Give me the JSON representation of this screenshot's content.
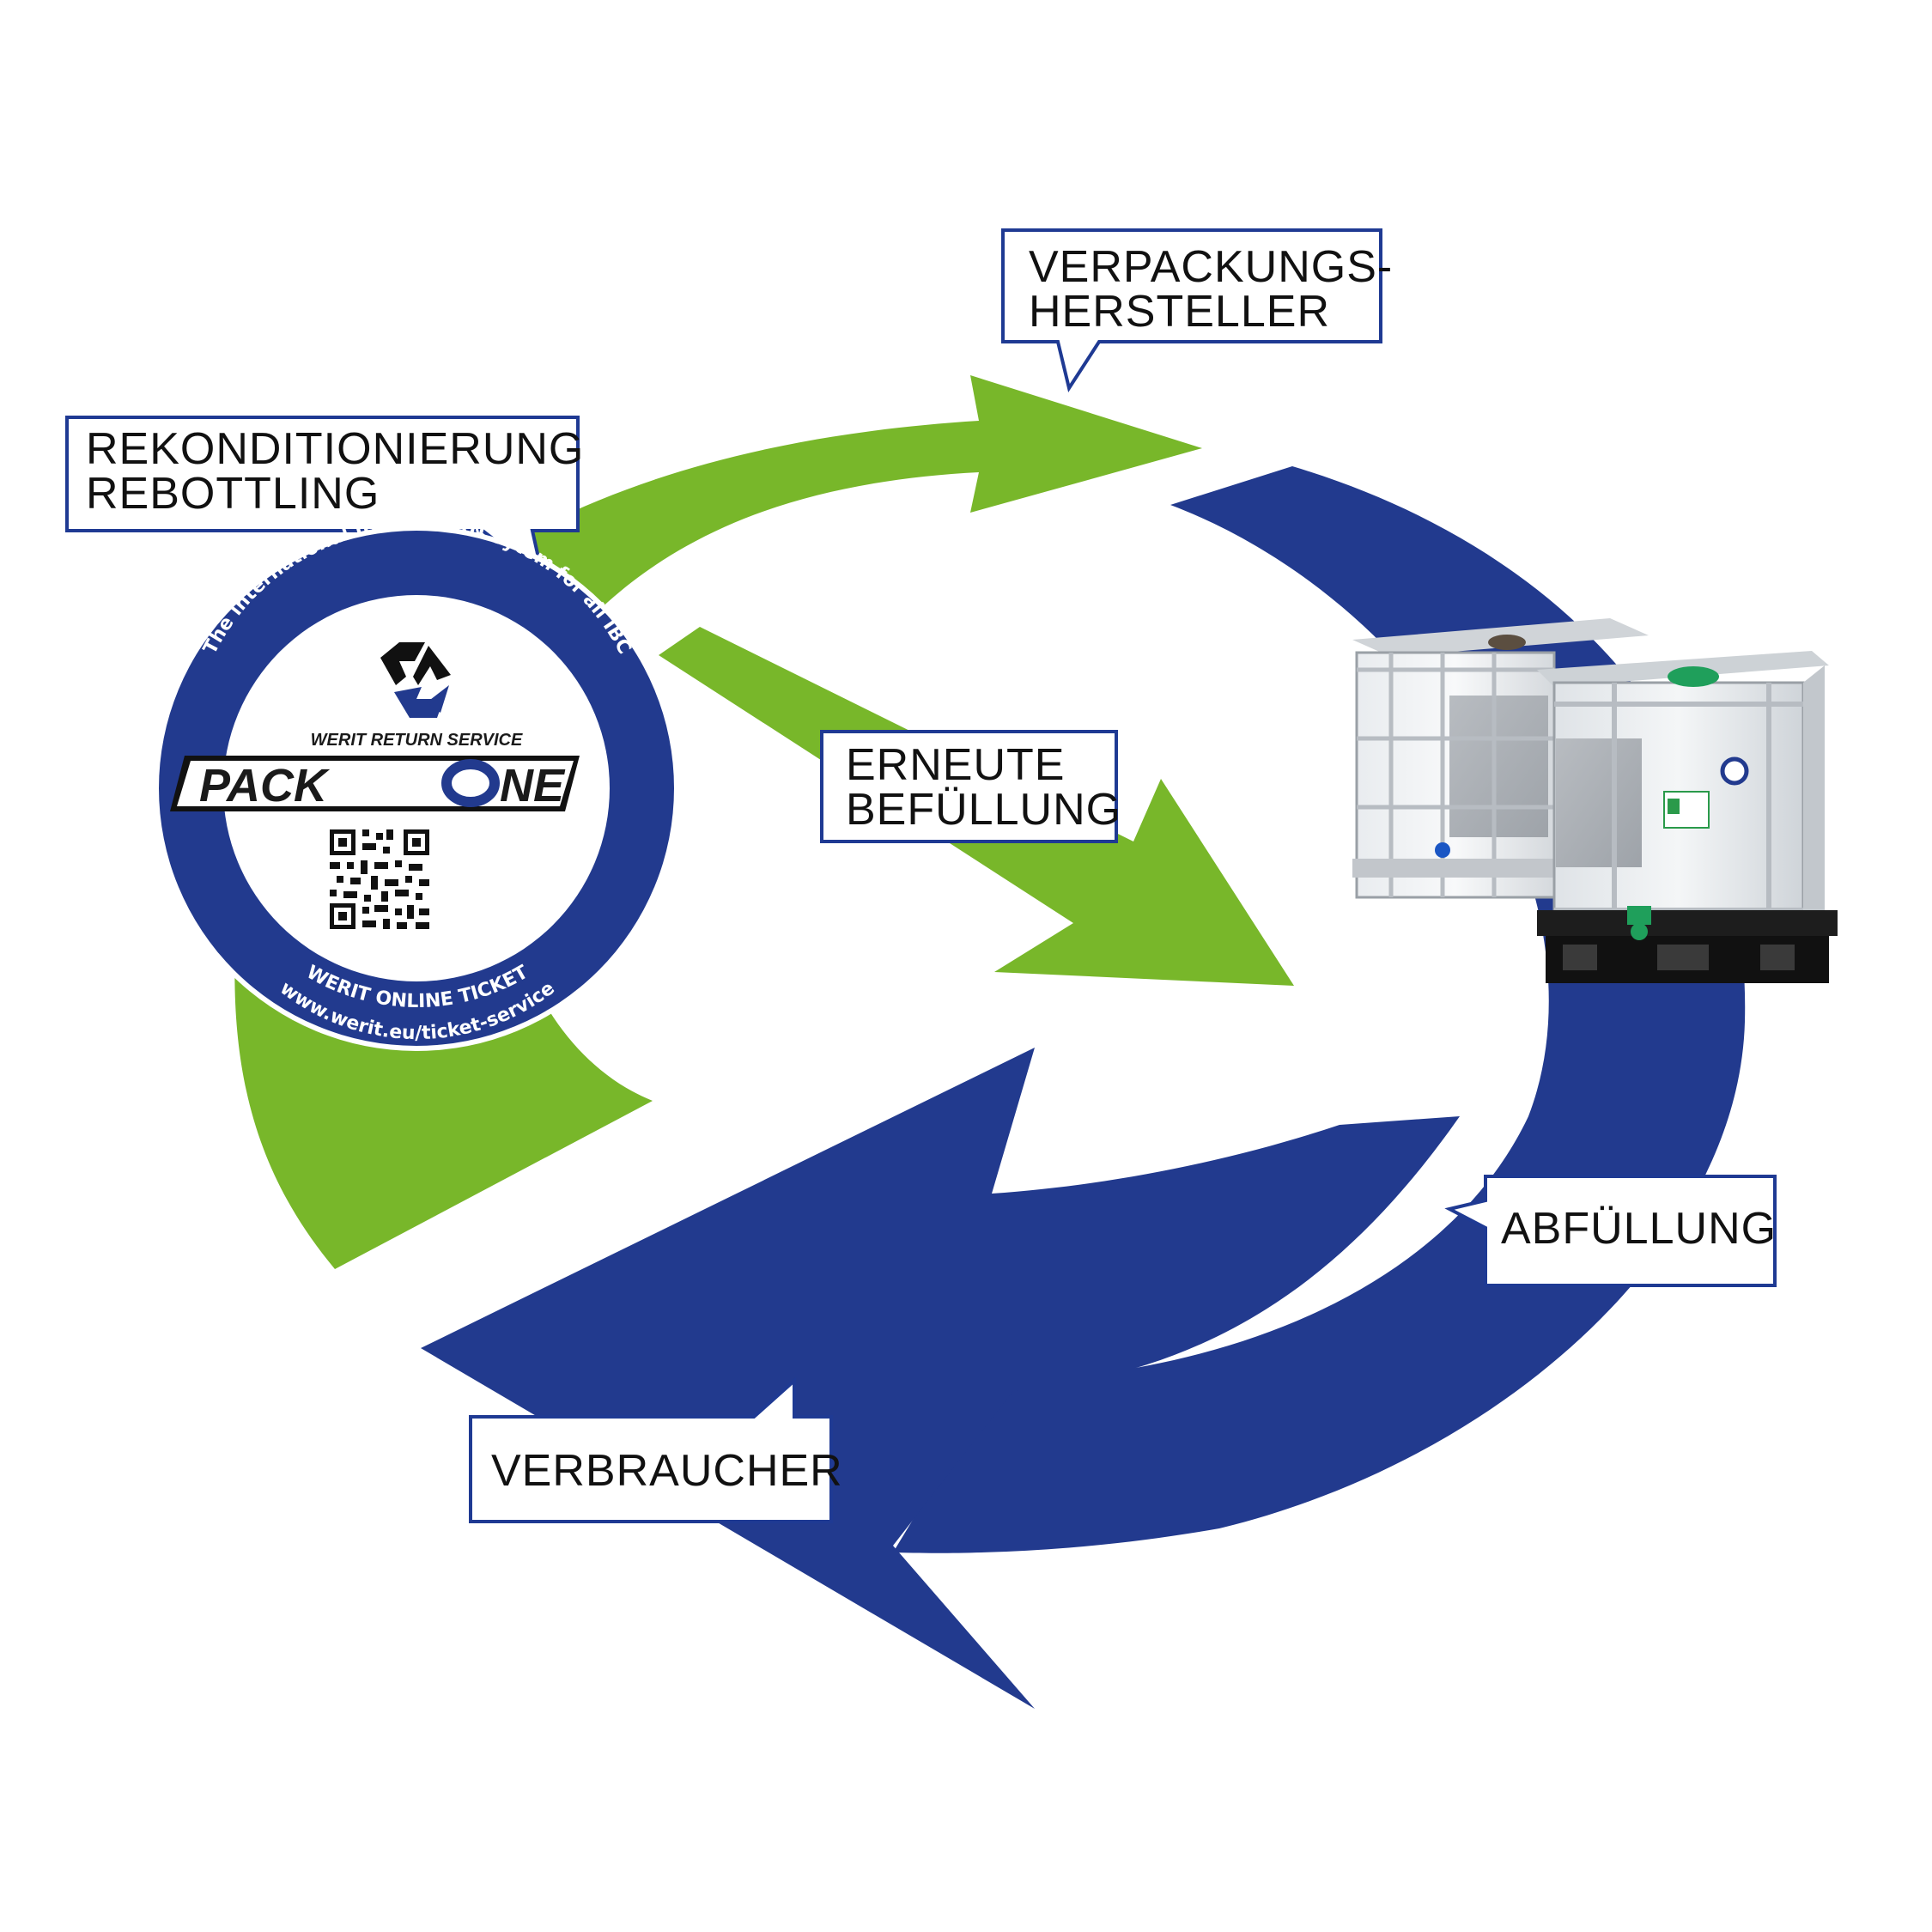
{
  "colors": {
    "green": "#78B72A",
    "blue": "#223A8E",
    "callout_border": "#1F3A93",
    "text": "#111111"
  },
  "callouts": {
    "rekonditionierung": {
      "line1": "REKONDITIONIERUNG",
      "line2": "REBOTTLING"
    },
    "verpackungshersteller": {
      "line1": "VERPACKUNGS-",
      "line2": "HERSTELLER"
    },
    "erneute_befuellung": {
      "line1": "ERNEUTE",
      "line2": "BEFÜLLUNG"
    },
    "abfuellung": {
      "line1": "ABFÜLLUNG"
    },
    "verbraucher": {
      "line1": "VERBRAUCHER"
    }
  },
  "logo": {
    "ring_top": "The international IBC RETURN Sytem for all IBC",
    "service": "WERIT RETURN SERVICE",
    "brand_left": "PACK",
    "brand_right": "NE",
    "ticket": "WERIT ONLINE TICKET",
    "url": "www.werit.eu/ticket-service",
    "icons": [
      "recycle-icon",
      "qr-code-icon"
    ]
  },
  "ibc": {
    "icon": "ibc-container-icon"
  }
}
